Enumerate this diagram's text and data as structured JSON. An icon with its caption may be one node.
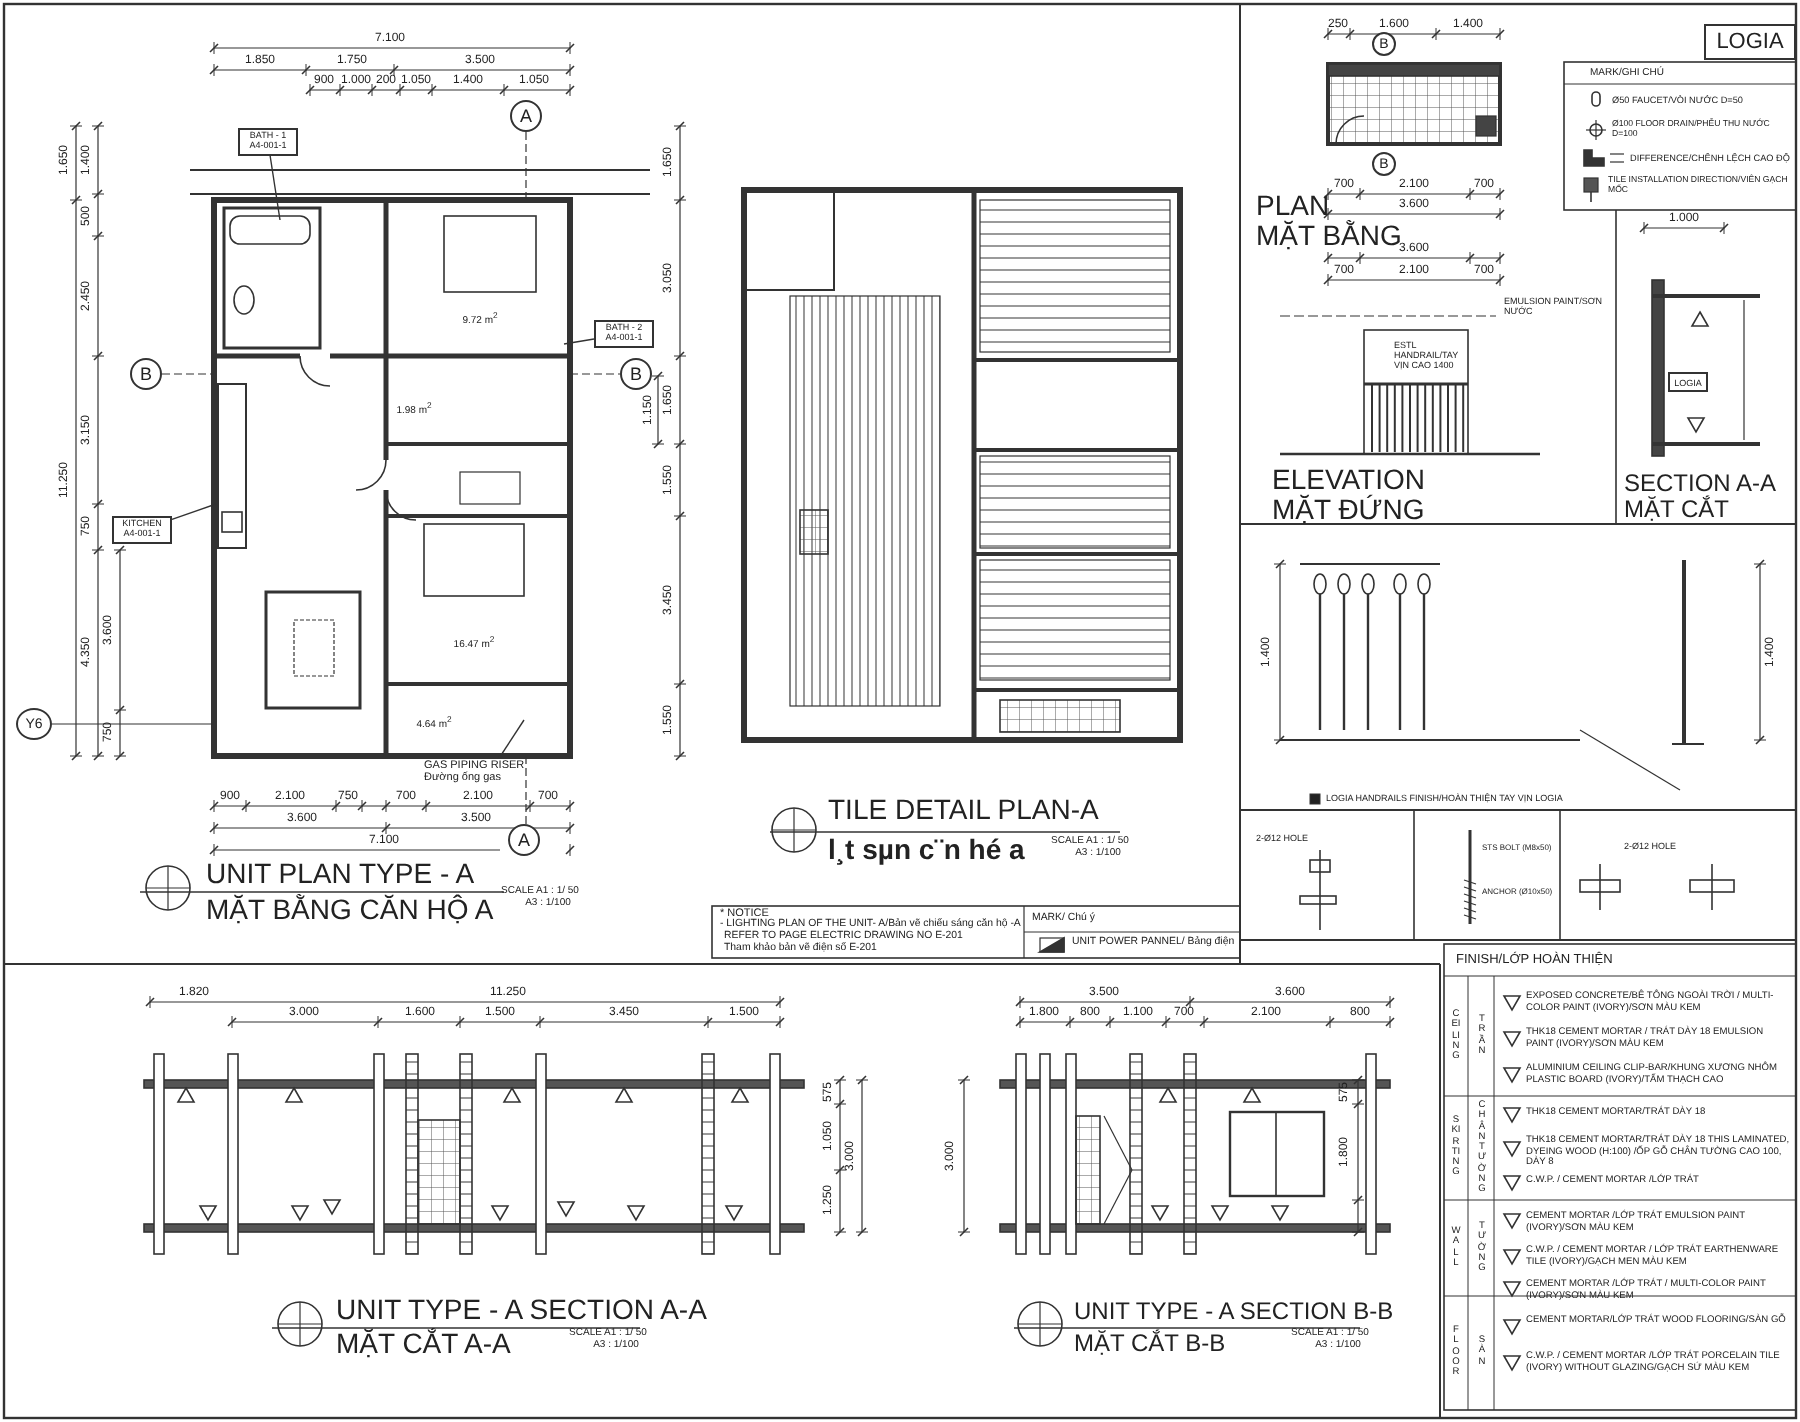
{
  "diagram": {
    "nodes": [
      {
        "text": [
          "A"
        ]
      },
      {
        "text": [
          "B"
        ]
      },
      {
        "text": [
          "B"
        ]
      },
      {
        "text": [
          "A"
        ]
      },
      {
        "text": [
          "Y6"
        ]
      },
      {
        "text": [
          "BATH - 1",
          "A4-001-1"
        ]
      },
      {
        "text": [
          "BATH - 2",
          "A4-001-1"
        ]
      },
      {
        "text": [
          "KITCHEN",
          "A4-001-1"
        ]
      },
      {
        "text": [
          "GAS PIPING RISER",
          "Đường ống gas"
        ]
      },
      {
        "text": [
          "B"
        ]
      },
      {
        "text": [
          "B"
        ]
      },
      {
        "text": [
          "LOGIA"
        ]
      },
      {
        "text": [
          "LOGIA"
        ]
      }
    ],
    "edges": [
      {
        "from": 5,
        "to": null,
        "arrow": "none"
      },
      {
        "from": 6,
        "to": null,
        "arrow": "none"
      },
      {
        "from": 7,
        "to": null,
        "arrow": "none"
      },
      {
        "from": 8,
        "to": null,
        "arrow": "none"
      }
    ],
    "labels": [
      "7.100",
      "1.850",
      "1.750",
      "3.500",
      "900",
      "1.000",
      "200",
      "1.050",
      "1.400",
      "1.050",
      "1.650",
      "1.400",
      "500",
      "2.450",
      "11.250",
      "3.150",
      "750",
      "4.350",
      "3.600",
      "750",
      "1.650",
      "3.050",
      "1.150",
      "1.650",
      "1.550",
      "3.450",
      "1.550",
      "9.72 m$^{2}$",
      "1.98 m$^{2}$",
      "16.47 m$^{2}$",
      "4.64 m$^{2}$",
      "900",
      "2.100",
      "750",
      "700",
      "2.100",
      "700",
      "3.600",
      "3.500",
      "7.100",
      "UNIT PLAN TYPE - A",
      "MẶT BẰNG CĂN HỘ A",
      "SCALE A1 : 1/ 50",
      "A3 : 1/100",
      "TILE DETAIL PLAN-A",
      "l¸t sµn c¨n hé a",
      "SCALE A1 : 1/ 50",
      "A3 : 1/100",
      "* NOTICE",
      "- LIGHTING PLAN OF THE UNIT- A/Bản vẽ chiếu sáng căn hộ -A",
      "REFER TO PAGE ELECTRIC DRAWING NO E-201",
      "Tham khảo bản vẽ điện số E-201",
      "MARK/ Chú ý",
      "UNIT POWER PANNEL/ Bảng điện",
      "250",
      "1.600",
      "1.400",
      "700",
      "2.100",
      "700",
      "3.600",
      "PLAN",
      "MẶT BẰNG",
      "MARK/GHI CHÚ",
      "Ø50 FAUCET/VÒI NƯỚC D=50",
      "Ø100 FLOOR DRAIN/PHỄU THU NƯỚC D=100",
      "DIFFERENCE/CHÊNH LỆCH CAO ĐỘ",
      "TILE INSTALLATION DIRECTION/VIÊN GẠCH MỐC",
      "3.600",
      "700",
      "2.100",
      "700",
      "EMULSION PAINT/SƠN NƯỚC",
      "ESTL HANDRAIL/TAY VỊN CAO 1400",
      "ELEVATION",
      "MẶT ĐỨNG",
      "1.000",
      "SECTION A-A",
      "MẶT CẮT",
      "LOGIA HANDRAILS FINISH/HOÀN THIỆN TAY VỊN LOGIA",
      "1.400",
      "1.400",
      "2-Ø12 HOLE",
      "STS BOLT (M8x50)",
      "ANCHOR (Ø10x50)",
      "2-Ø12 HOLE",
      "FINISH/LỚP HOÀN THIỆN",
      "CEILING",
      "TRẦN",
      "EXPOSED CONCRETE/BÊ TÔNG NGOÀI TRỜI / MULTI-COLOR PAINT (IVORY)/SƠN MÀU KEM",
      "THK18 CEMENT MORTAR / TRÁT DÀY 18 EMULSION PAINT (IVORY)/SƠN MÀU KEM",
      "ALUMINIUM CEILING CLIP-BAR/KHUNG XƯƠNG NHÔM PLASTIC BOARD (IVORY)/TẤM THẠCH CAO",
      "SKIRTING",
      "CHÂN TƯỜNG",
      "THK18 CEMENT MORTAR/TRÁT DÀY 18",
      "THK18 CEMENT MORTAR/TRÁT DÀY 18 THIS LAMINATED, DYEING WOOD (H:100) /ỐP GỖ CHÂN TƯỜNG CAO 100, DÀY 8",
      "C.W.P. / CEMENT MORTAR /LỚP TRÁT",
      "WALL",
      "TƯỜNG",
      "CEMENT MORTAR /LỚP TRÁT EMULSION PAINT (IVORY)/SƠN MÀU KEM",
      "C.W.P. / CEMENT MORTAR / LỚP TRÁT EARTHENWARE TILE (IVORY)/GẠCH MEN MÀU KEM",
      "CEMENT MORTAR /LỚP TRÁT / MULTI-COLOR PAINT (IVORY)/SƠN MÀU KEM",
      "FLOOR",
      "SÀN",
      "CEMENT MORTAR/LỚP TRÁT WOOD FLOORING/SÀN GỖ",
      "C.W.P. / CEMENT MORTAR /LỚP TRÁT PORCELAIN TILE (IVORY) WITHOUT GLAZING/GẠCH SỨ MÀU KEM",
      "1.820",
      "11.250",
      "3.000",
      "1.600",
      "1.500",
      "3.450",
      "1.500",
      "575",
      "1.050",
      "1.250",
      "3.000",
      "UNIT TYPE - A SECTION A-A",
      "MẶT CẮT A-A",
      "SCALE A1 : 1/ 50",
      "A3 : 1/100",
      "3.500",
      "3.600",
      "1.800",
      "800",
      "1.100",
      "700",
      "2.100",
      "800",
      "3.000",
      "575",
      "1.800",
      "UNIT TYPE - A SECTION B-B",
      "MẶT CẮT B-B",
      "SCALE A1 : 1/ 50",
      "A3 : 1/100"
    ]
  }
}
